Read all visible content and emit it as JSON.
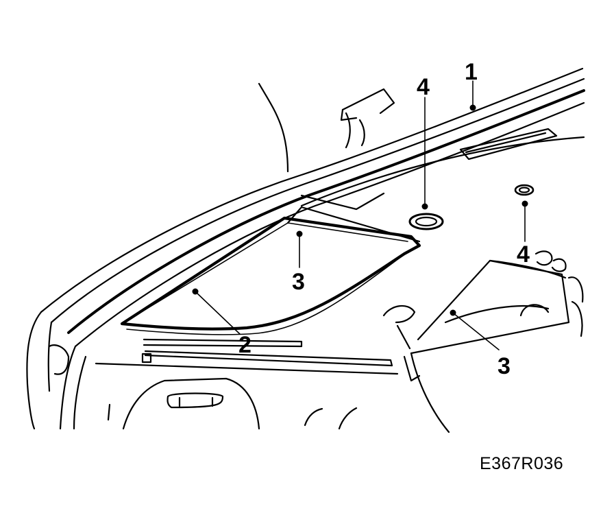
{
  "callouts": {
    "headliner": "1",
    "sunroof_seal": "2",
    "seal_left": "3",
    "seal_right": "3",
    "plug_center": "4",
    "plug_right": "4"
  },
  "figure_code": "E367R036",
  "colors": {
    "ink": "#000000",
    "paper": "#ffffff"
  }
}
